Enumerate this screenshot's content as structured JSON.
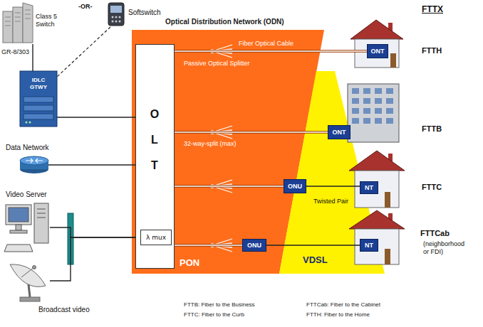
{
  "diagram": {
    "nodes": [
      {
        "text": [
          "Class 5 Switch"
        ]
      },
      {
        "text": [
          "Softswitch"
        ]
      },
      {
        "text": [
          "IDLC GTWY"
        ]
      },
      {
        "text": [
          "Data Network"
        ]
      },
      {
        "text": [
          "Video Server"
        ]
      },
      {
        "text": [
          "Broadcast video"
        ]
      },
      {
        "text": [
          "O L T"
        ]
      },
      {
        "text": [
          "λ mux"
        ],
        "in": 6
      },
      {
        "text": [
          "ONT"
        ]
      },
      {
        "text": [
          "ONT"
        ]
      },
      {
        "text": [
          "ONU"
        ]
      },
      {
        "text": [
          "NT"
        ]
      },
      {
        "text": [
          "ONU"
        ]
      },
      {
        "text": [
          "NT"
        ]
      }
    ],
    "edges": [
      {
        "from": 0,
        "to": 2,
        "arrow": "none"
      },
      {
        "from": 1,
        "to": 2,
        "arrow": "none"
      },
      {
        "from": 2,
        "to": 6,
        "arrow": "none"
      },
      {
        "from": 3,
        "to": 6,
        "arrow": "none"
      },
      {
        "from": 4,
        "to": 7,
        "arrow": "none"
      },
      {
        "from": 5,
        "to": 7,
        "arrow": "none"
      },
      {
        "from": 6,
        "to": 8,
        "label": "Fiber Optical Cable",
        "arrow": "none"
      },
      {
        "from": 6,
        "to": 9,
        "arrow": "none"
      },
      {
        "from": 6,
        "to": 10,
        "arrow": "none"
      },
      {
        "from": 6,
        "to": 12,
        "arrow": "none"
      },
      {
        "from": 10,
        "to": 11,
        "arrow": "none"
      },
      {
        "from": 12,
        "to": 13,
        "arrow": "none"
      }
    ],
    "labels": [
      "-OR-",
      "GR-8/303",
      "Optical Distribution Network (ODN)",
      "Passive Optical Splitter",
      "32-way-split (max)",
      "Twisted Pair",
      "PON",
      "VDSL",
      "FTTX",
      "FTTH",
      "FTTB",
      "FTTC",
      "FTTCab",
      "(neighborhood or FDI)",
      "FTTB: Fiber to the Business",
      "FTTC: Fiber to the Curb",
      "FTTCab: Fiber to the Cabinet",
      "FTTH: Fiber to the Home"
    ]
  }
}
